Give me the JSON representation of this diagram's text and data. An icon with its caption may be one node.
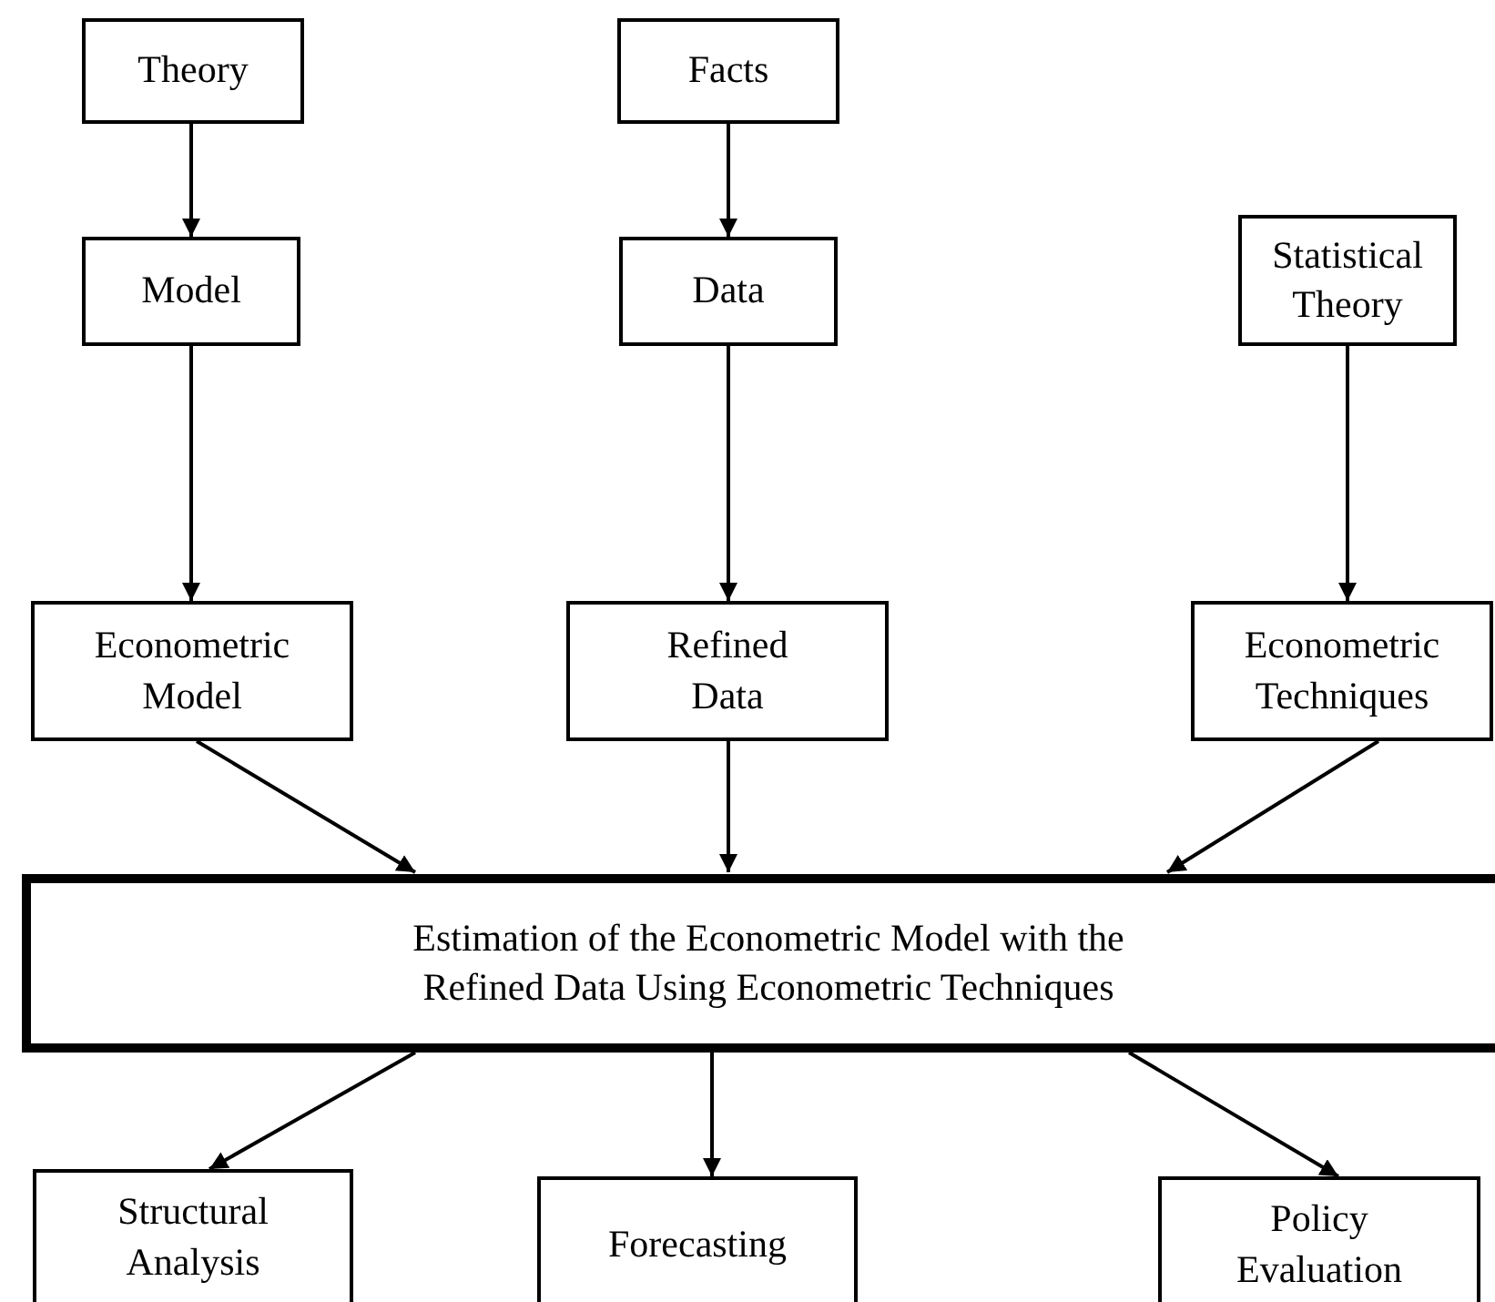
{
  "diagram": {
    "nodes": [
      {
        "text": [
          "Theory"
        ]
      },
      {
        "text": [
          "Facts"
        ]
      },
      {
        "text": [
          "Model"
        ]
      },
      {
        "text": [
          "Data"
        ]
      },
      {
        "text": [
          "Statistical Theory"
        ]
      },
      {
        "text": [
          "Econometric Model"
        ]
      },
      {
        "text": [
          "Refined Data"
        ]
      },
      {
        "text": [
          "Econometric Techniques"
        ]
      },
      {
        "text": [
          "Estimation of the Econometric Model with the Refined Data Using Econometric Techniques"
        ]
      },
      {
        "text": [
          "Structural Analysis"
        ]
      },
      {
        "text": [
          "Forecasting"
        ]
      },
      {
        "text": [
          "Policy Evaluation"
        ]
      }
    ],
    "edges": [
      {
        "from": 0,
        "to": 2,
        "arrow": "to"
      },
      {
        "from": 1,
        "to": 3,
        "arrow": "to"
      },
      {
        "from": 2,
        "to": 5,
        "arrow": "to"
      },
      {
        "from": 3,
        "to": 6,
        "arrow": "to"
      },
      {
        "from": 4,
        "to": 7,
        "arrow": "to"
      },
      {
        "from": 5,
        "to": 8,
        "arrow": "to"
      },
      {
        "from": 6,
        "to": 8,
        "arrow": "to"
      },
      {
        "from": 7,
        "to": 8,
        "arrow": "to"
      },
      {
        "from": 8,
        "to": 9,
        "arrow": "to"
      },
      {
        "from": 8,
        "to": 10,
        "arrow": "to"
      },
      {
        "from": 8,
        "to": 11,
        "arrow": "to"
      }
    ]
  }
}
